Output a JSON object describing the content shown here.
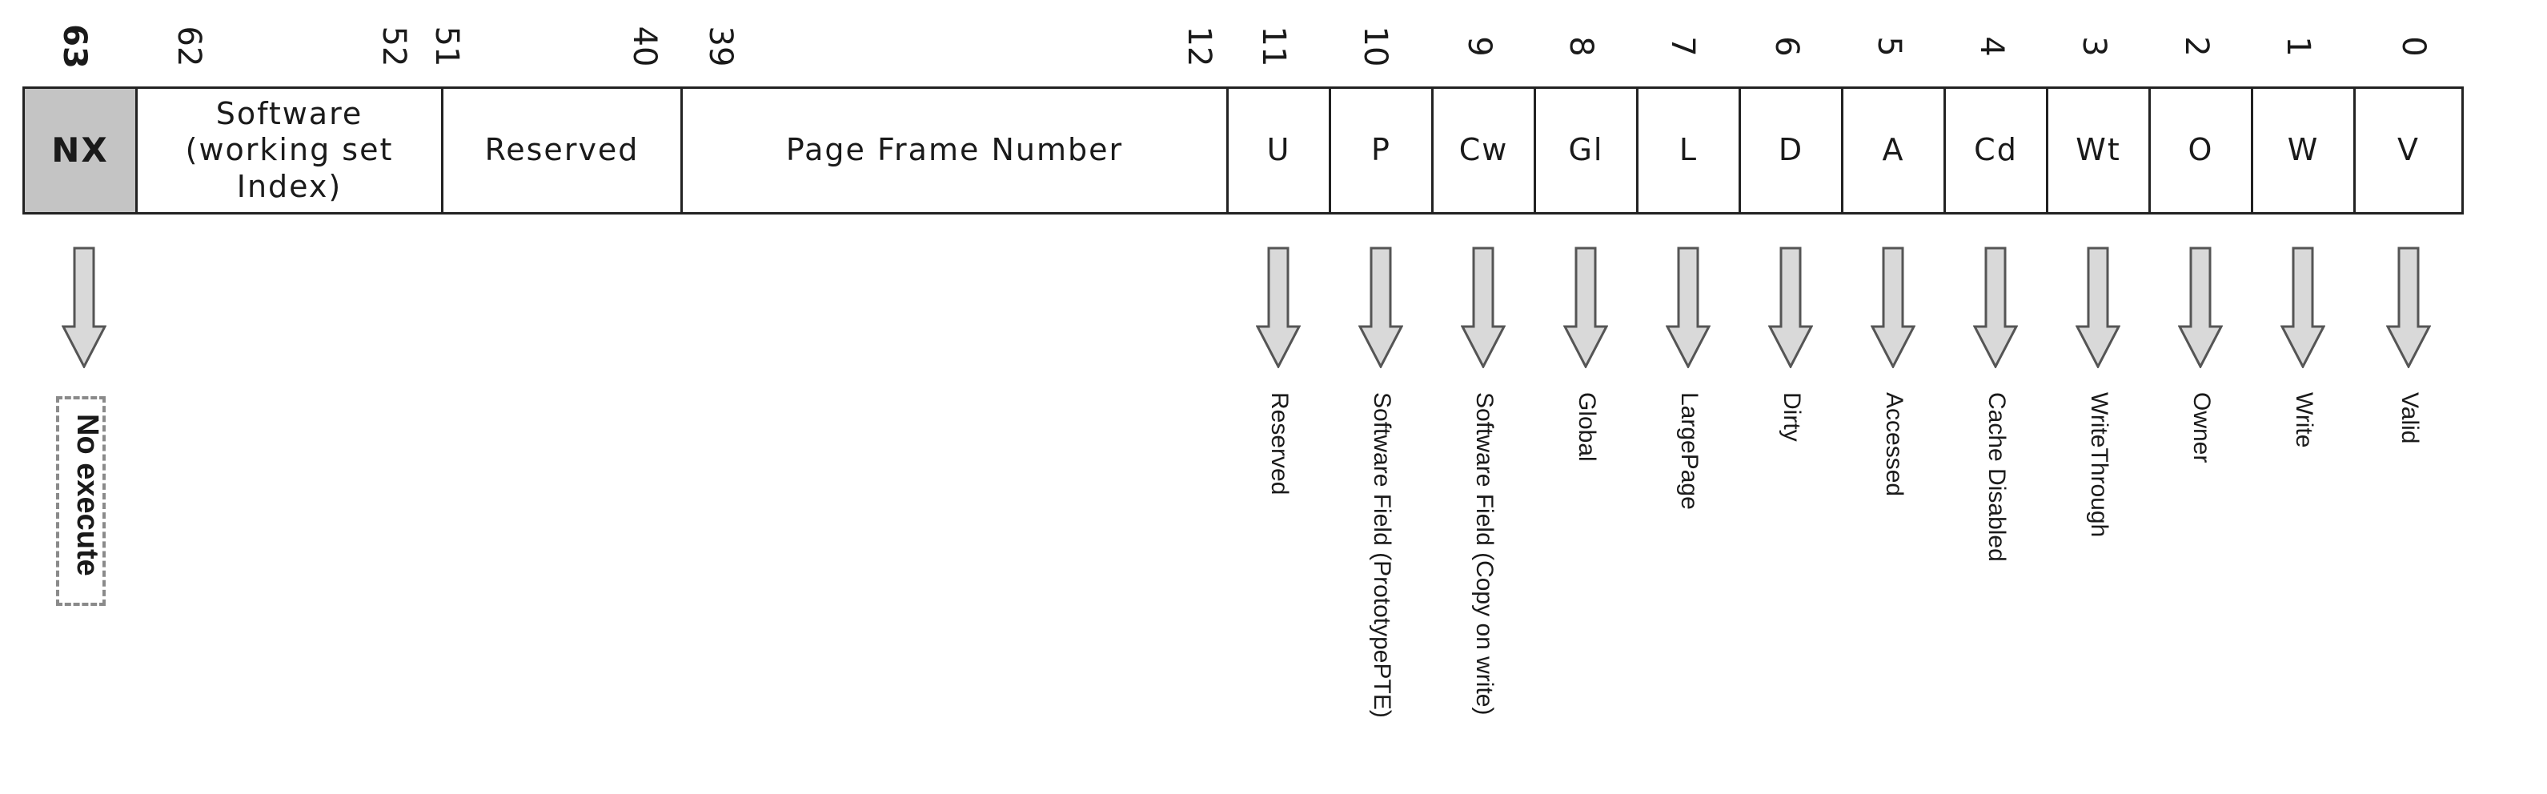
{
  "pte": {
    "fields": [
      {
        "id": "nx",
        "label": "NX",
        "bits": [
          "63"
        ],
        "description": "No execute",
        "shaded": true
      },
      {
        "id": "software",
        "label": "Software\n(working set\nIndex)",
        "bits": [
          "62",
          "52"
        ]
      },
      {
        "id": "reserved-high",
        "label": "Reserved",
        "bits": [
          "51",
          "40"
        ]
      },
      {
        "id": "pfn",
        "label": "Page Frame Number",
        "bits": [
          "39",
          "12"
        ]
      },
      {
        "id": "u",
        "label": "U",
        "bits": [
          "11"
        ],
        "description": "Reserved"
      },
      {
        "id": "p",
        "label": "P",
        "bits": [
          "10"
        ],
        "description": "Software Field (PrototypePTE)"
      },
      {
        "id": "cw",
        "label": "Cw",
        "bits": [
          "9"
        ],
        "description": "Software Field (Copy on write)"
      },
      {
        "id": "gl",
        "label": "Gl",
        "bits": [
          "8"
        ],
        "description": "Global"
      },
      {
        "id": "l",
        "label": "L",
        "bits": [
          "7"
        ],
        "description": "LargePage"
      },
      {
        "id": "d",
        "label": "D",
        "bits": [
          "6"
        ],
        "description": "Dirty"
      },
      {
        "id": "a",
        "label": "A",
        "bits": [
          "5"
        ],
        "description": "Accessed"
      },
      {
        "id": "cd",
        "label": "Cd",
        "bits": [
          "4"
        ],
        "description": "Cache Disabled"
      },
      {
        "id": "wt",
        "label": "Wt",
        "bits": [
          "3"
        ],
        "description": "WriteThrough"
      },
      {
        "id": "o",
        "label": "O",
        "bits": [
          "2"
        ],
        "description": "Owner"
      },
      {
        "id": "w",
        "label": "W",
        "bits": [
          "1"
        ],
        "description": "Write"
      },
      {
        "id": "v",
        "label": "V",
        "bits": [
          "0"
        ],
        "description": "Valid"
      }
    ],
    "colors": {
      "border": "#222222",
      "nx_fill": "#c4c4c4",
      "arrow_fill": "#d9d9d9",
      "arrow_stroke": "#555555",
      "dashed_border": "#8a8a8a"
    }
  }
}
